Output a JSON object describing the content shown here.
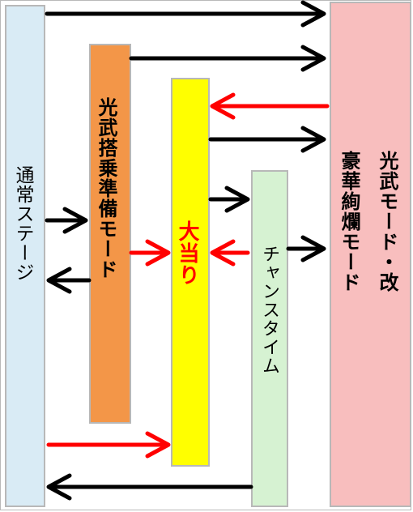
{
  "colors": {
    "black_arrow": "#000000",
    "red_arrow": "#ff0000",
    "normal_fill": "#d9ebf5",
    "ready_fill": "#f39648",
    "jackpot_fill": "#ffff00",
    "jackpot_text": "#ff0000",
    "chance_fill": "#d6f2d2",
    "upgrade_fill": "#f8bebe",
    "label_text": "#000000"
  },
  "boxes": {
    "normal_stage": "通常ステージ",
    "boarding_ready_mode": "光武搭乗準備モード",
    "jackpot": "大当り",
    "chance_time": "チャンスタイム",
    "kobu_mode_kai": "光武モード・改",
    "gorgeous_mode": "豪華絢爛モード"
  }
}
